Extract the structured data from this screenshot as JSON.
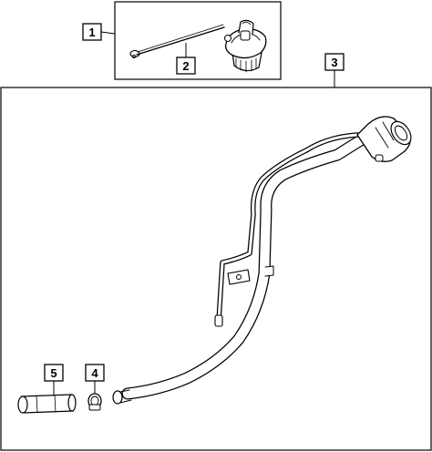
{
  "callouts": [
    {
      "id": "1",
      "label": "1"
    },
    {
      "id": "2",
      "label": "2"
    },
    {
      "id": "3",
      "label": "3"
    },
    {
      "id": "4",
      "label": "4"
    },
    {
      "id": "5",
      "label": "5"
    }
  ],
  "parts": {
    "fuel_cap": "fuel-cap-with-tether",
    "filler_tube": "fuel-filler-tube",
    "hose_clamp": "hose-clamp",
    "hose": "fuel-filler-hose"
  },
  "colors": {
    "line": "#000000",
    "background": "#ffffff"
  }
}
